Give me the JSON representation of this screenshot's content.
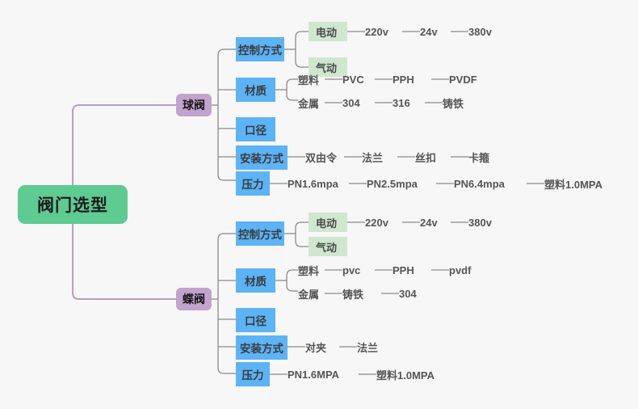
{
  "background_color": "#f7f7f7",
  "colors": {
    "root": "#5ecb92",
    "branch": "#c2a3cd",
    "category": "#5cb3f5",
    "subnode": "#cfe7cf",
    "leaf_text": "#555555",
    "main_connector": "#b79ec7",
    "connector": "#8a8a8a"
  },
  "mindmap": {
    "root": {
      "label": "阀门选型"
    },
    "branches": [
      {
        "label": "球阀",
        "categories": [
          {
            "label": "控制方式",
            "subnodes": [
              {
                "label": "电动",
                "leaves": [
                  "220v",
                  "24v",
                  "380v"
                ]
              },
              {
                "label": "气动",
                "leaves": []
              }
            ]
          },
          {
            "label": "材质",
            "subnodes": [
              {
                "label": "塑料",
                "leaves": [
                  "PVC",
                  "PPH",
                  "PVDF"
                ]
              },
              {
                "label": "金属",
                "leaves": [
                  "304",
                  "316",
                  "铸铁"
                ]
              }
            ]
          },
          {
            "label": "口径",
            "subnodes": []
          },
          {
            "label": "安装方式",
            "leaves": [
              "双由令",
              "法兰",
              "丝扣",
              "卡箍"
            ]
          },
          {
            "label": "压力",
            "leaves": [
              "PN1.6mpa",
              "PN2.5mpa",
              "PN6.4mpa",
              "塑料1.0MPA"
            ]
          }
        ]
      },
      {
        "label": "蝶阀",
        "categories": [
          {
            "label": "控制方式",
            "subnodes": [
              {
                "label": "电动",
                "leaves": [
                  "220v",
                  "24v",
                  "380v"
                ]
              },
              {
                "label": "气动",
                "leaves": []
              }
            ]
          },
          {
            "label": "材质",
            "subnodes": [
              {
                "label": "塑料",
                "leaves": [
                  "pvc",
                  "PPH",
                  "pvdf"
                ]
              },
              {
                "label": "金属",
                "leaves": [
                  "铸铁",
                  "304"
                ]
              }
            ]
          },
          {
            "label": "口径",
            "subnodes": []
          },
          {
            "label": "安装方式",
            "leaves": [
              "对夹",
              "法兰"
            ]
          },
          {
            "label": "压力",
            "leaves": [
              "PN1.6MPA",
              "塑料1.0MPA"
            ]
          }
        ]
      }
    ]
  }
}
